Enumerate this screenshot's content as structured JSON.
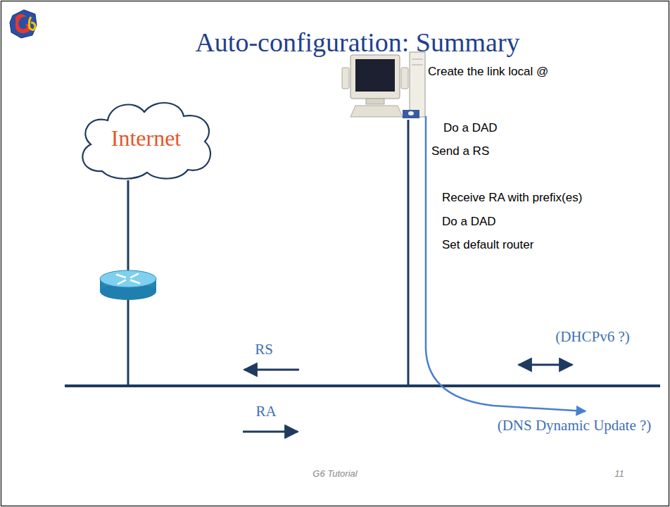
{
  "diagram": {
    "title": "Auto-configuration: Summary",
    "nodes": [
      {
        "text": [
          "Internet"
        ]
      }
    ],
    "labels": [
      "Create the link local @",
      "Do a DAD",
      "Send a RS",
      "Receive RA with prefix(es)",
      "Do a DAD",
      "Set default router",
      "RS",
      "(DHCPv6 ?)",
      "RA",
      "(DNS Dynamic Update ?)",
      "G6 Tutorial",
      "11"
    ]
  }
}
